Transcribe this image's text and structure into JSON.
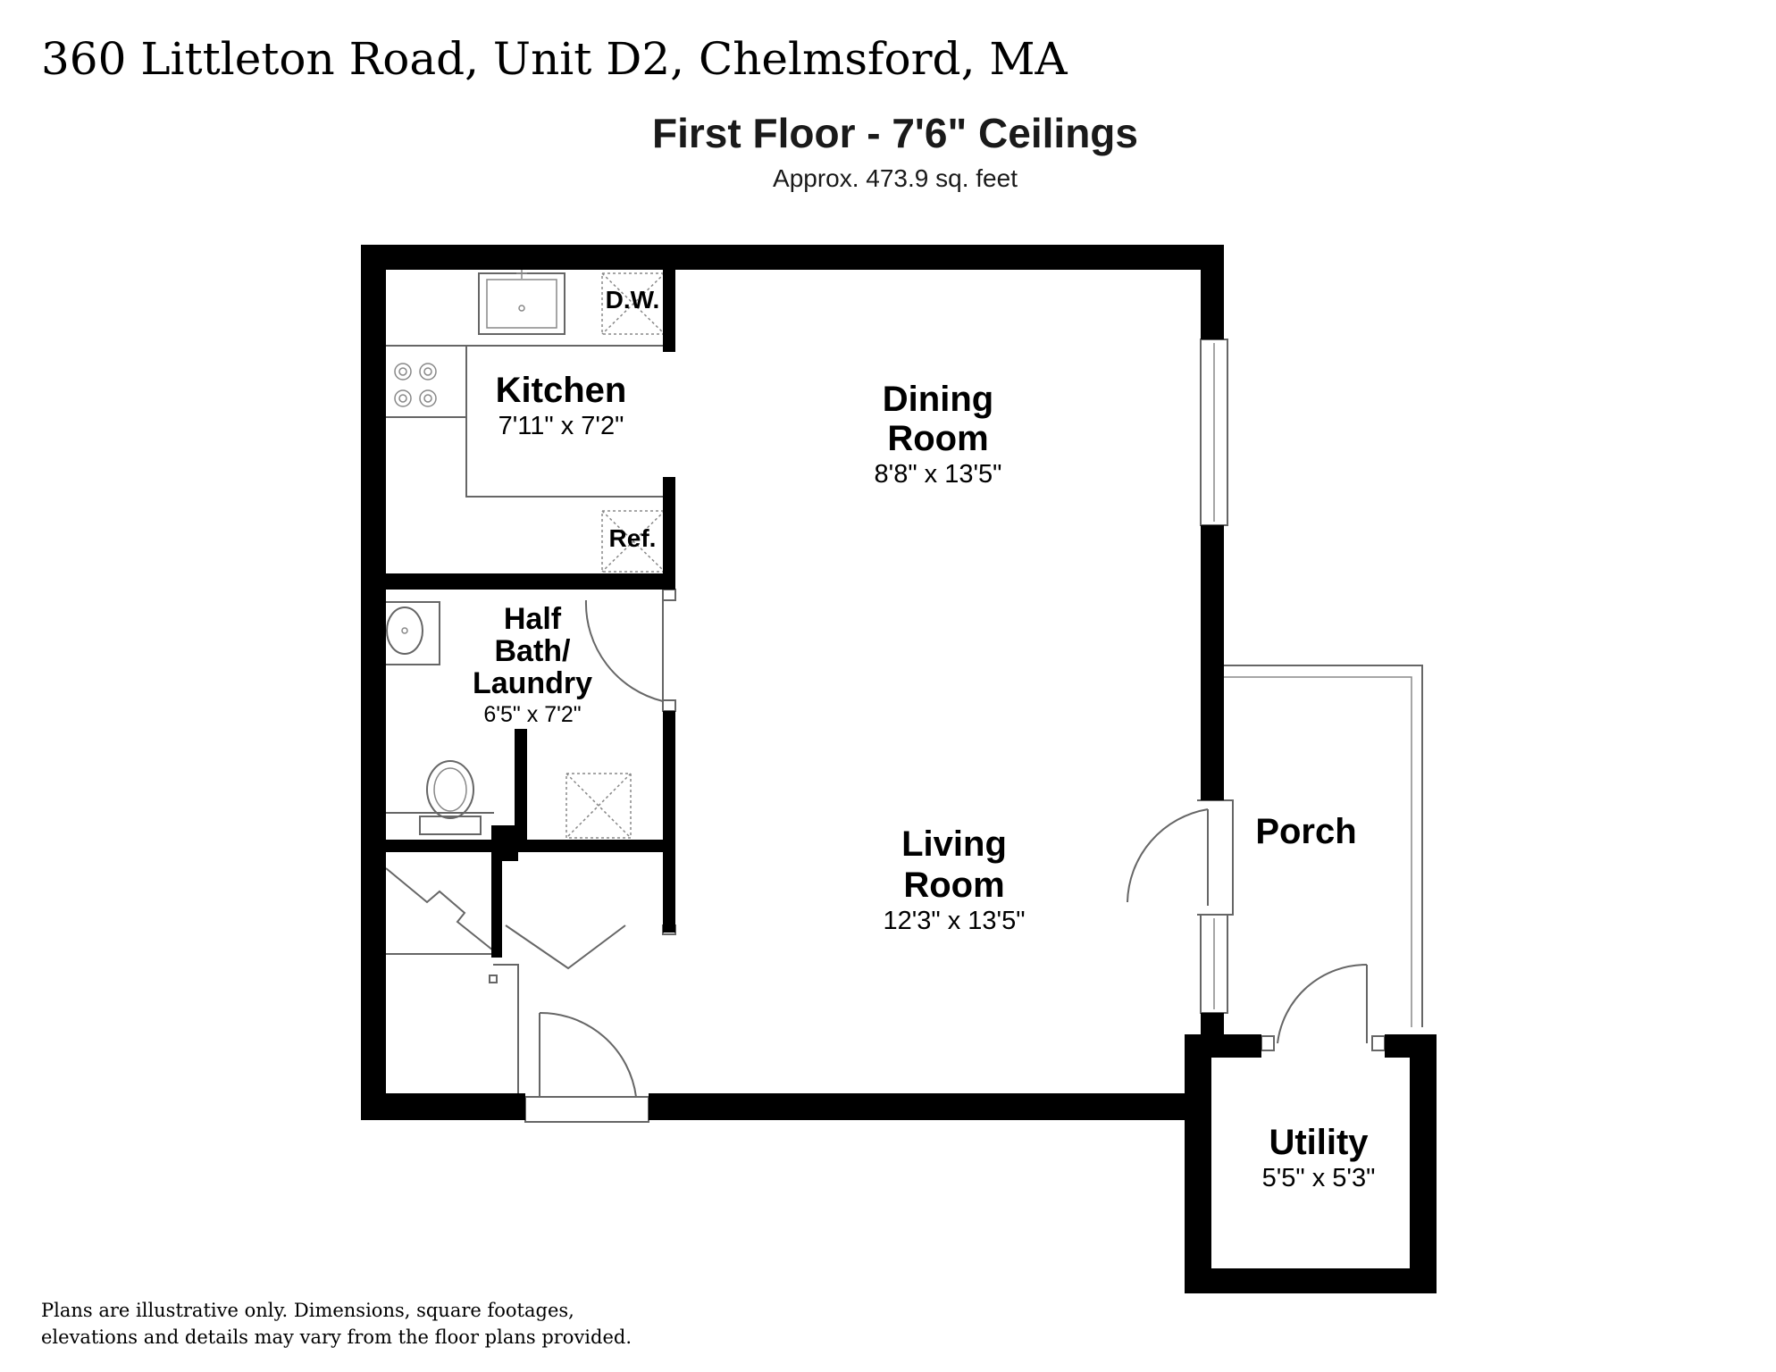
{
  "header": {
    "address": "360 Littleton Road, Unit D2, Chelmsford, MA",
    "floor_title": "First Floor - 7'6\" Ceilings",
    "area": "Approx. 473.9 sq. feet"
  },
  "rooms": {
    "kitchen": {
      "name": "Kitchen",
      "dims": "7'11\" x 7'2\""
    },
    "dining": {
      "name_line1": "Dining",
      "name_line2": "Room",
      "dims": "8'8\" x 13'5\""
    },
    "half_bath": {
      "name_line1": "Half",
      "name_line2": "Bath/",
      "name_line3": "Laundry",
      "dims": "6'5\" x 7'2\""
    },
    "living": {
      "name_line1": "Living",
      "name_line2": "Room",
      "dims": "12'3\" x 13'5\""
    },
    "porch": {
      "name": "Porch"
    },
    "utility": {
      "name": "Utility",
      "dims": "5'5\" x 5'3\""
    }
  },
  "appliances": {
    "dishwasher": "D.W.",
    "refrigerator": "Ref."
  },
  "footer": {
    "disclaimer_line1": "Plans are illustrative only. Dimensions, square footages,",
    "disclaimer_line2": "elevations and details may vary from the floor plans provided."
  }
}
